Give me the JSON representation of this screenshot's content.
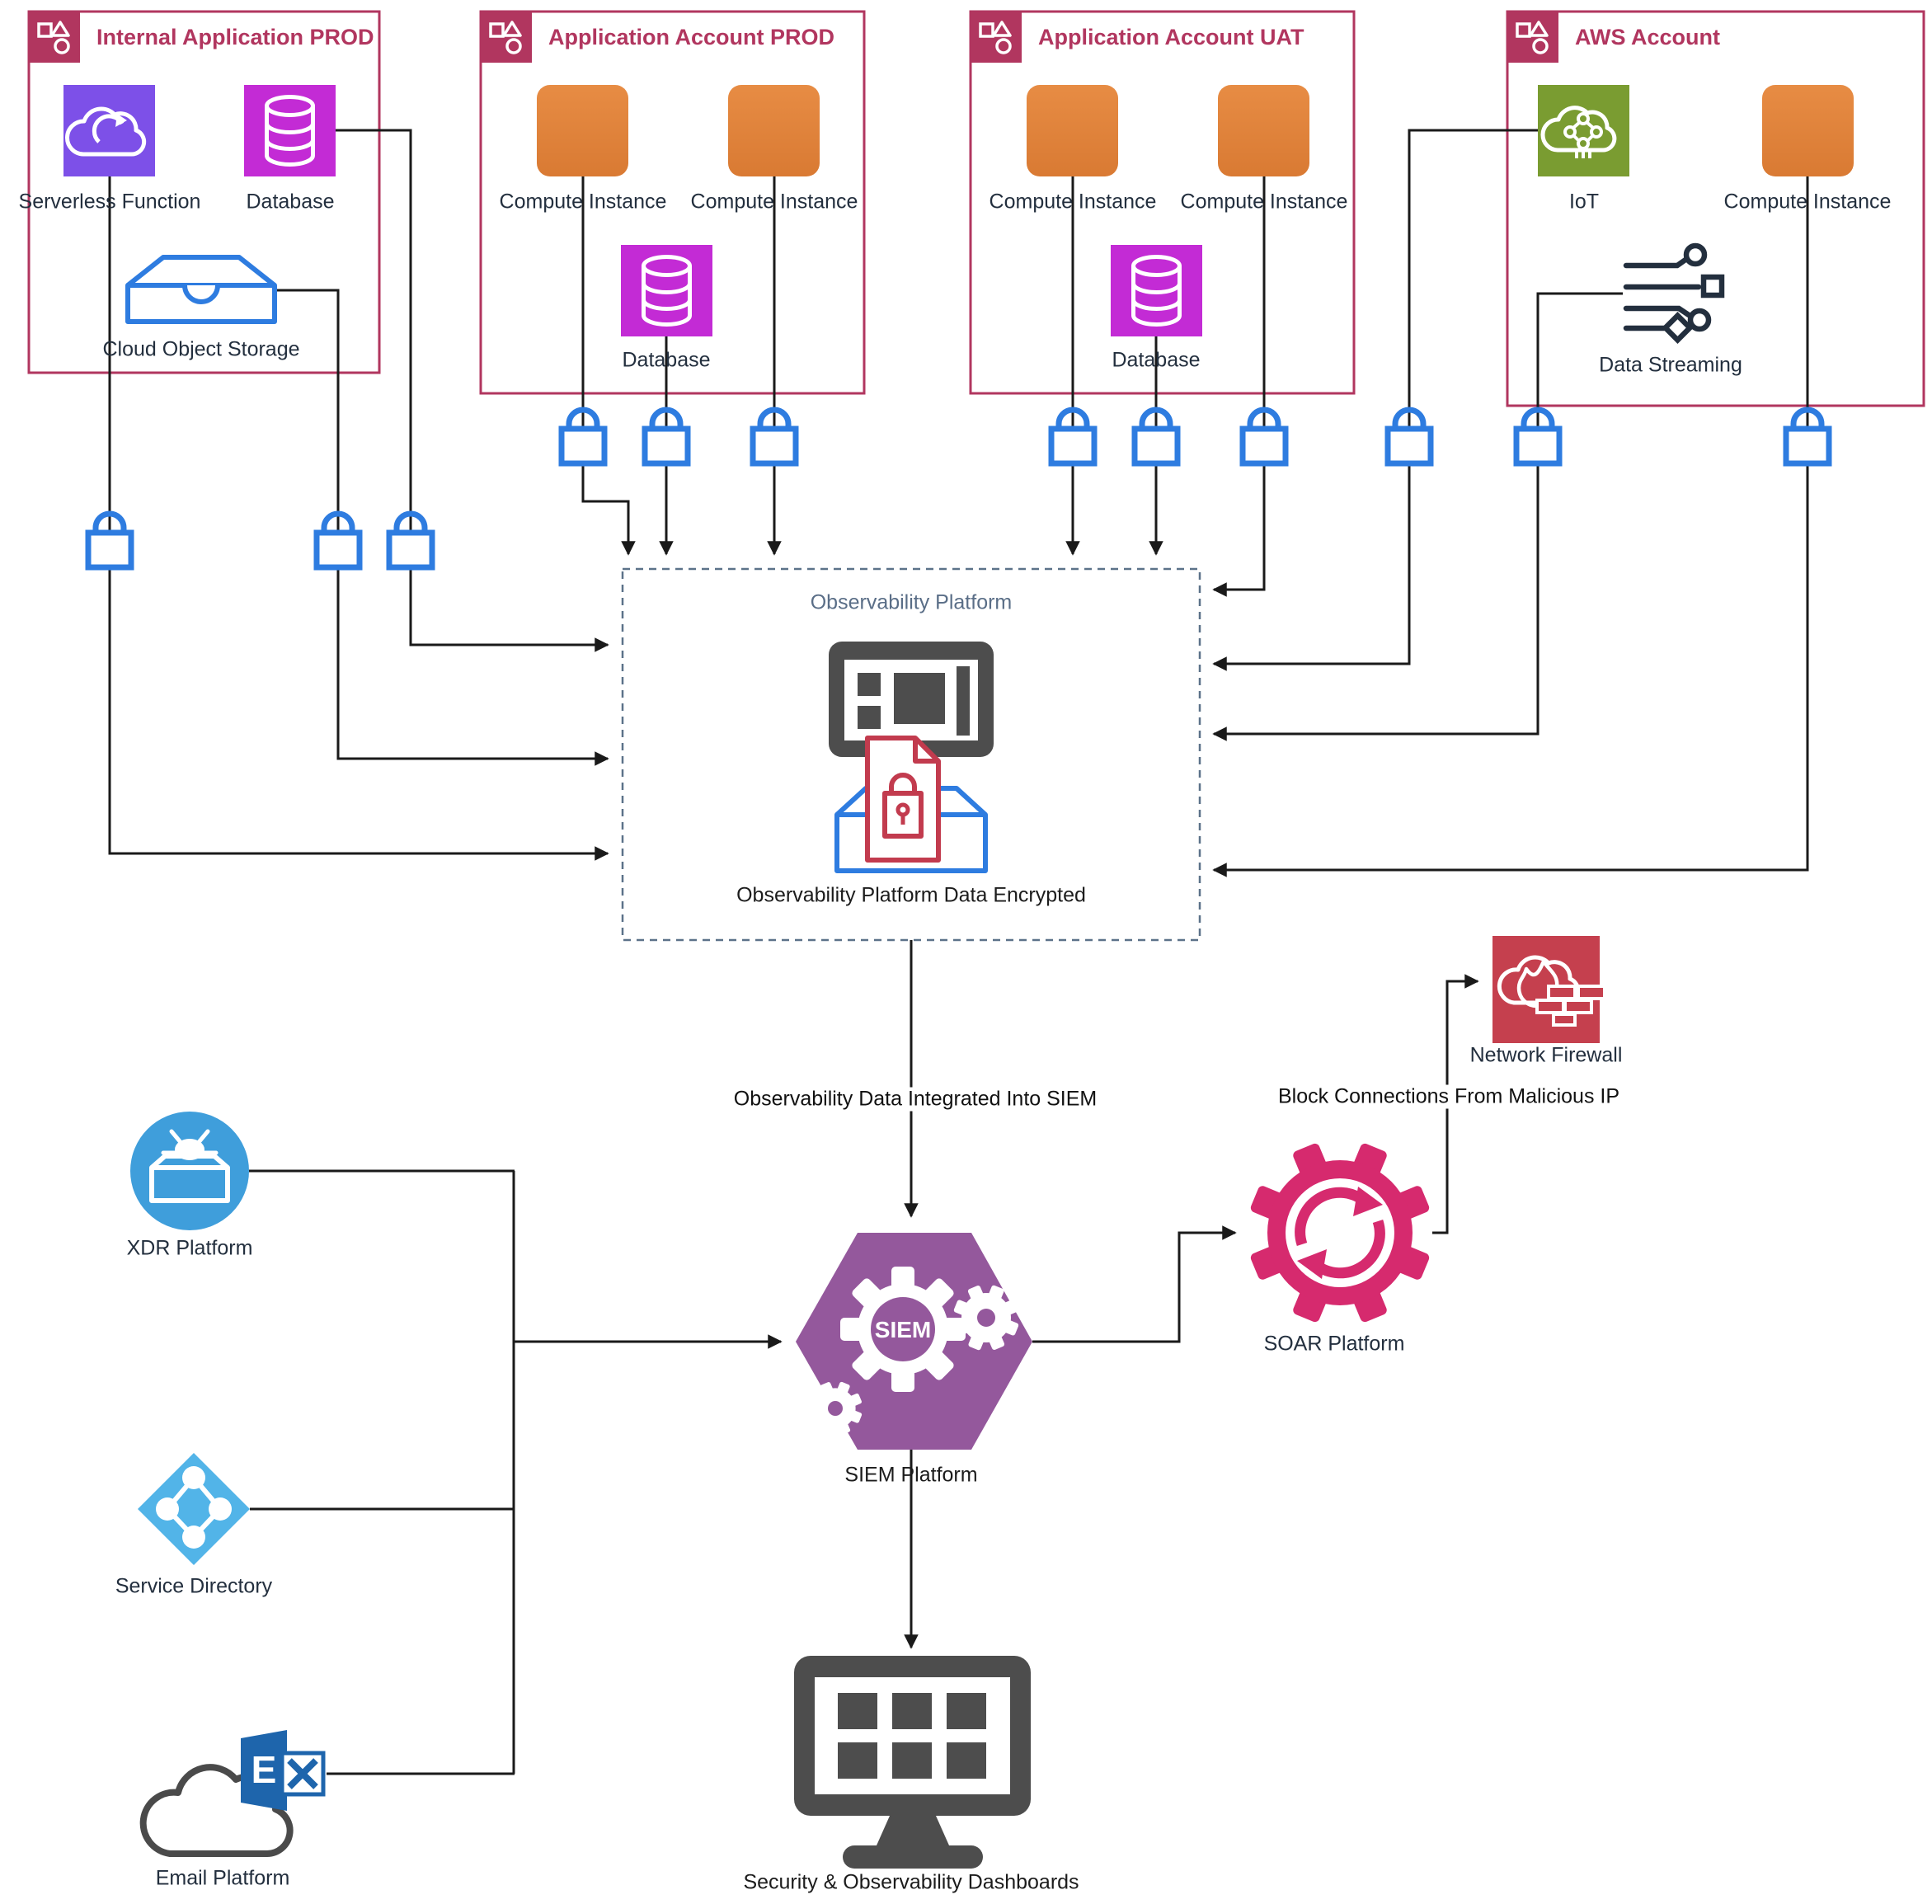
{
  "accounts": [
    {
      "title": "Internal Application PROD",
      "items": [
        {
          "label": "Serverless Function"
        },
        {
          "label": "Database"
        },
        {
          "label": "Cloud Object Storage"
        }
      ]
    },
    {
      "title": "Application Account PROD",
      "items": [
        {
          "label": "Compute Instance"
        },
        {
          "label": "Compute Instance"
        },
        {
          "label": "Database"
        }
      ]
    },
    {
      "title": "Application Account UAT",
      "items": [
        {
          "label": "Compute Instance"
        },
        {
          "label": "Compute Instance"
        },
        {
          "label": "Database"
        }
      ]
    },
    {
      "title": "AWS Account",
      "items": [
        {
          "label": "IoT"
        },
        {
          "label": "Compute Instance"
        },
        {
          "label": "Data Streaming"
        }
      ]
    }
  ],
  "platform": {
    "title": "Observability Platform",
    "encrypted_label": "Observability Platform Data Encrypted"
  },
  "edges": {
    "siem_integration": "Observability Data Integrated Into SIEM",
    "block_ip": "Block Connections From Malicious IP"
  },
  "nodes": {
    "xdr": "XDR Platform",
    "service_directory": "Service Directory",
    "email": "Email Platform",
    "email_logo": "E",
    "siem": "SIEM Platform",
    "siem_text": "SIEM",
    "soar": "SOAR Platform",
    "firewall": "Network Firewall",
    "dashboards": "Security & Observability Dashboards"
  },
  "colors": {
    "accent_crimson": "#b1365f",
    "compute_orange": "#e0813c",
    "database_magenta": "#c32bd5",
    "serverless_purple": "#7d50e8",
    "iot_green": "#7a9c31",
    "lock_blue": "#2e7ce0",
    "observability_slate": "#5a6e87",
    "siem_purple": "#94589c",
    "soar_pink": "#d62a6e",
    "firewall_red": "#c5404e",
    "xdr_blue": "#3f9edb",
    "directory_blue": "#52b4e8",
    "dark_gray": "#4d4d4d",
    "exchange_blue": "#1e65ac",
    "line": "#1a1a1a"
  }
}
